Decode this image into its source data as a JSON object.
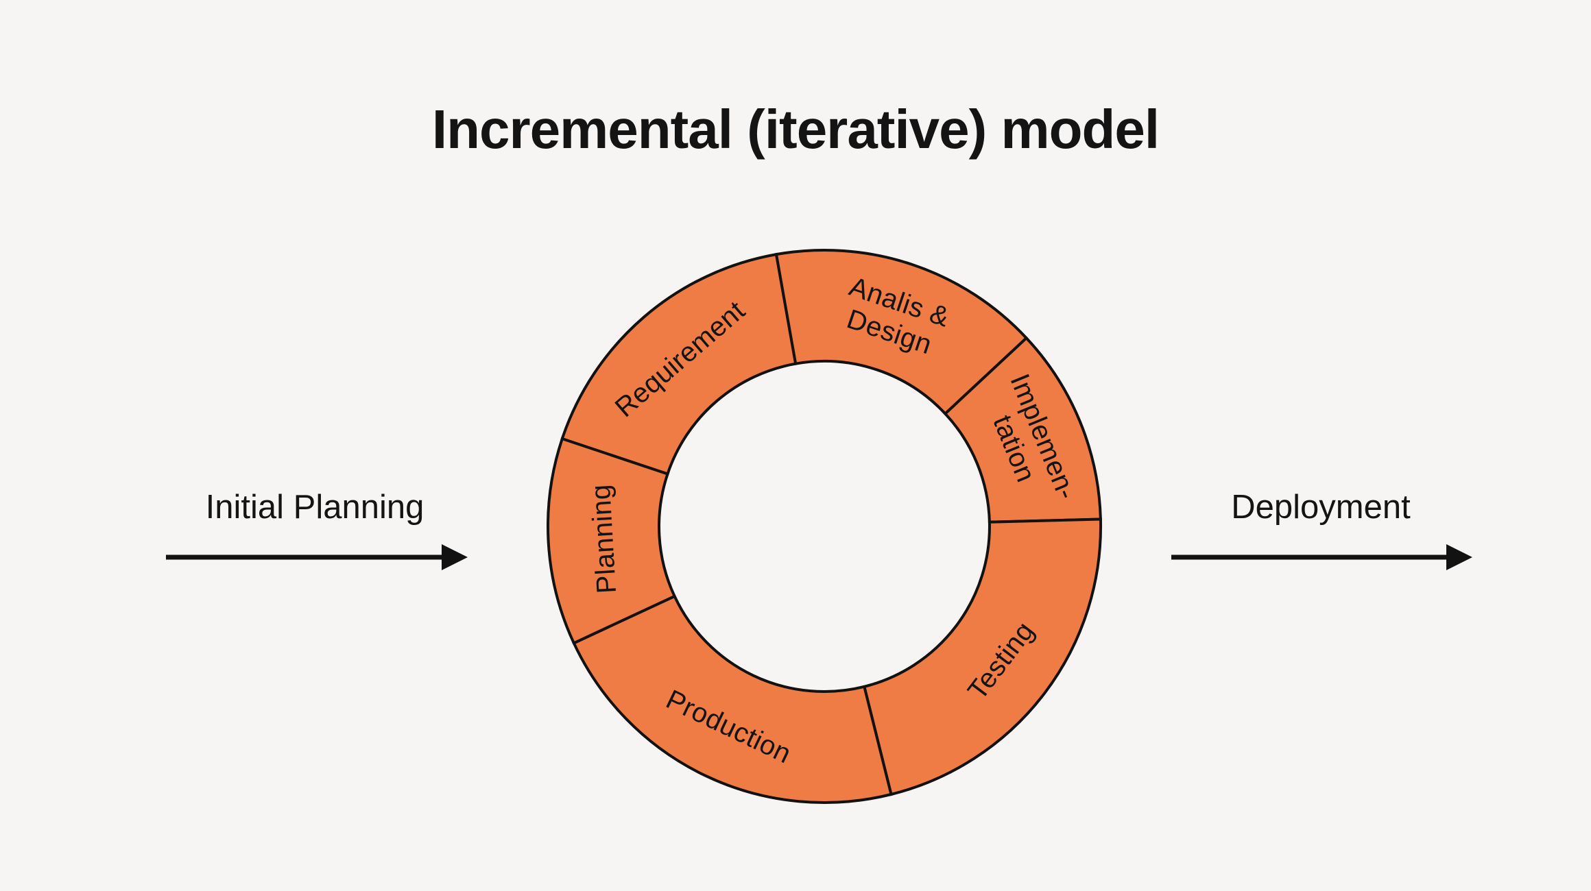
{
  "title": "Incremental (iterative) model",
  "flow": {
    "left_label": "Initial Planning",
    "right_label": "Deployment"
  },
  "colors": {
    "background": "#F6F5F3",
    "segment": "#EF7B45",
    "outline": "#121212",
    "text": "#141414"
  },
  "cycle": {
    "direction": "counter-clockwise",
    "segments": [
      {
        "id": "requirement",
        "label_lines": [
          "Requirement"
        ],
        "start_deg": 100,
        "end_deg": 161.5
      },
      {
        "id": "analysis-design",
        "label_lines": [
          "Analis &",
          "Design"
        ],
        "start_deg": 43,
        "end_deg": 100
      },
      {
        "id": "implementation",
        "label_lines": [
          "Implemen-",
          "tation"
        ],
        "start_deg": 1.5,
        "end_deg": 43
      },
      {
        "id": "testing",
        "label_lines": [
          "Testing"
        ],
        "start_deg": 284,
        "end_deg": 361.5
      },
      {
        "id": "production",
        "label_lines": [
          "Production"
        ],
        "start_deg": 205,
        "end_deg": 284
      },
      {
        "id": "planning",
        "label_lines": [
          "Planning"
        ],
        "start_deg": 161.5,
        "end_deg": 205
      }
    ]
  }
}
